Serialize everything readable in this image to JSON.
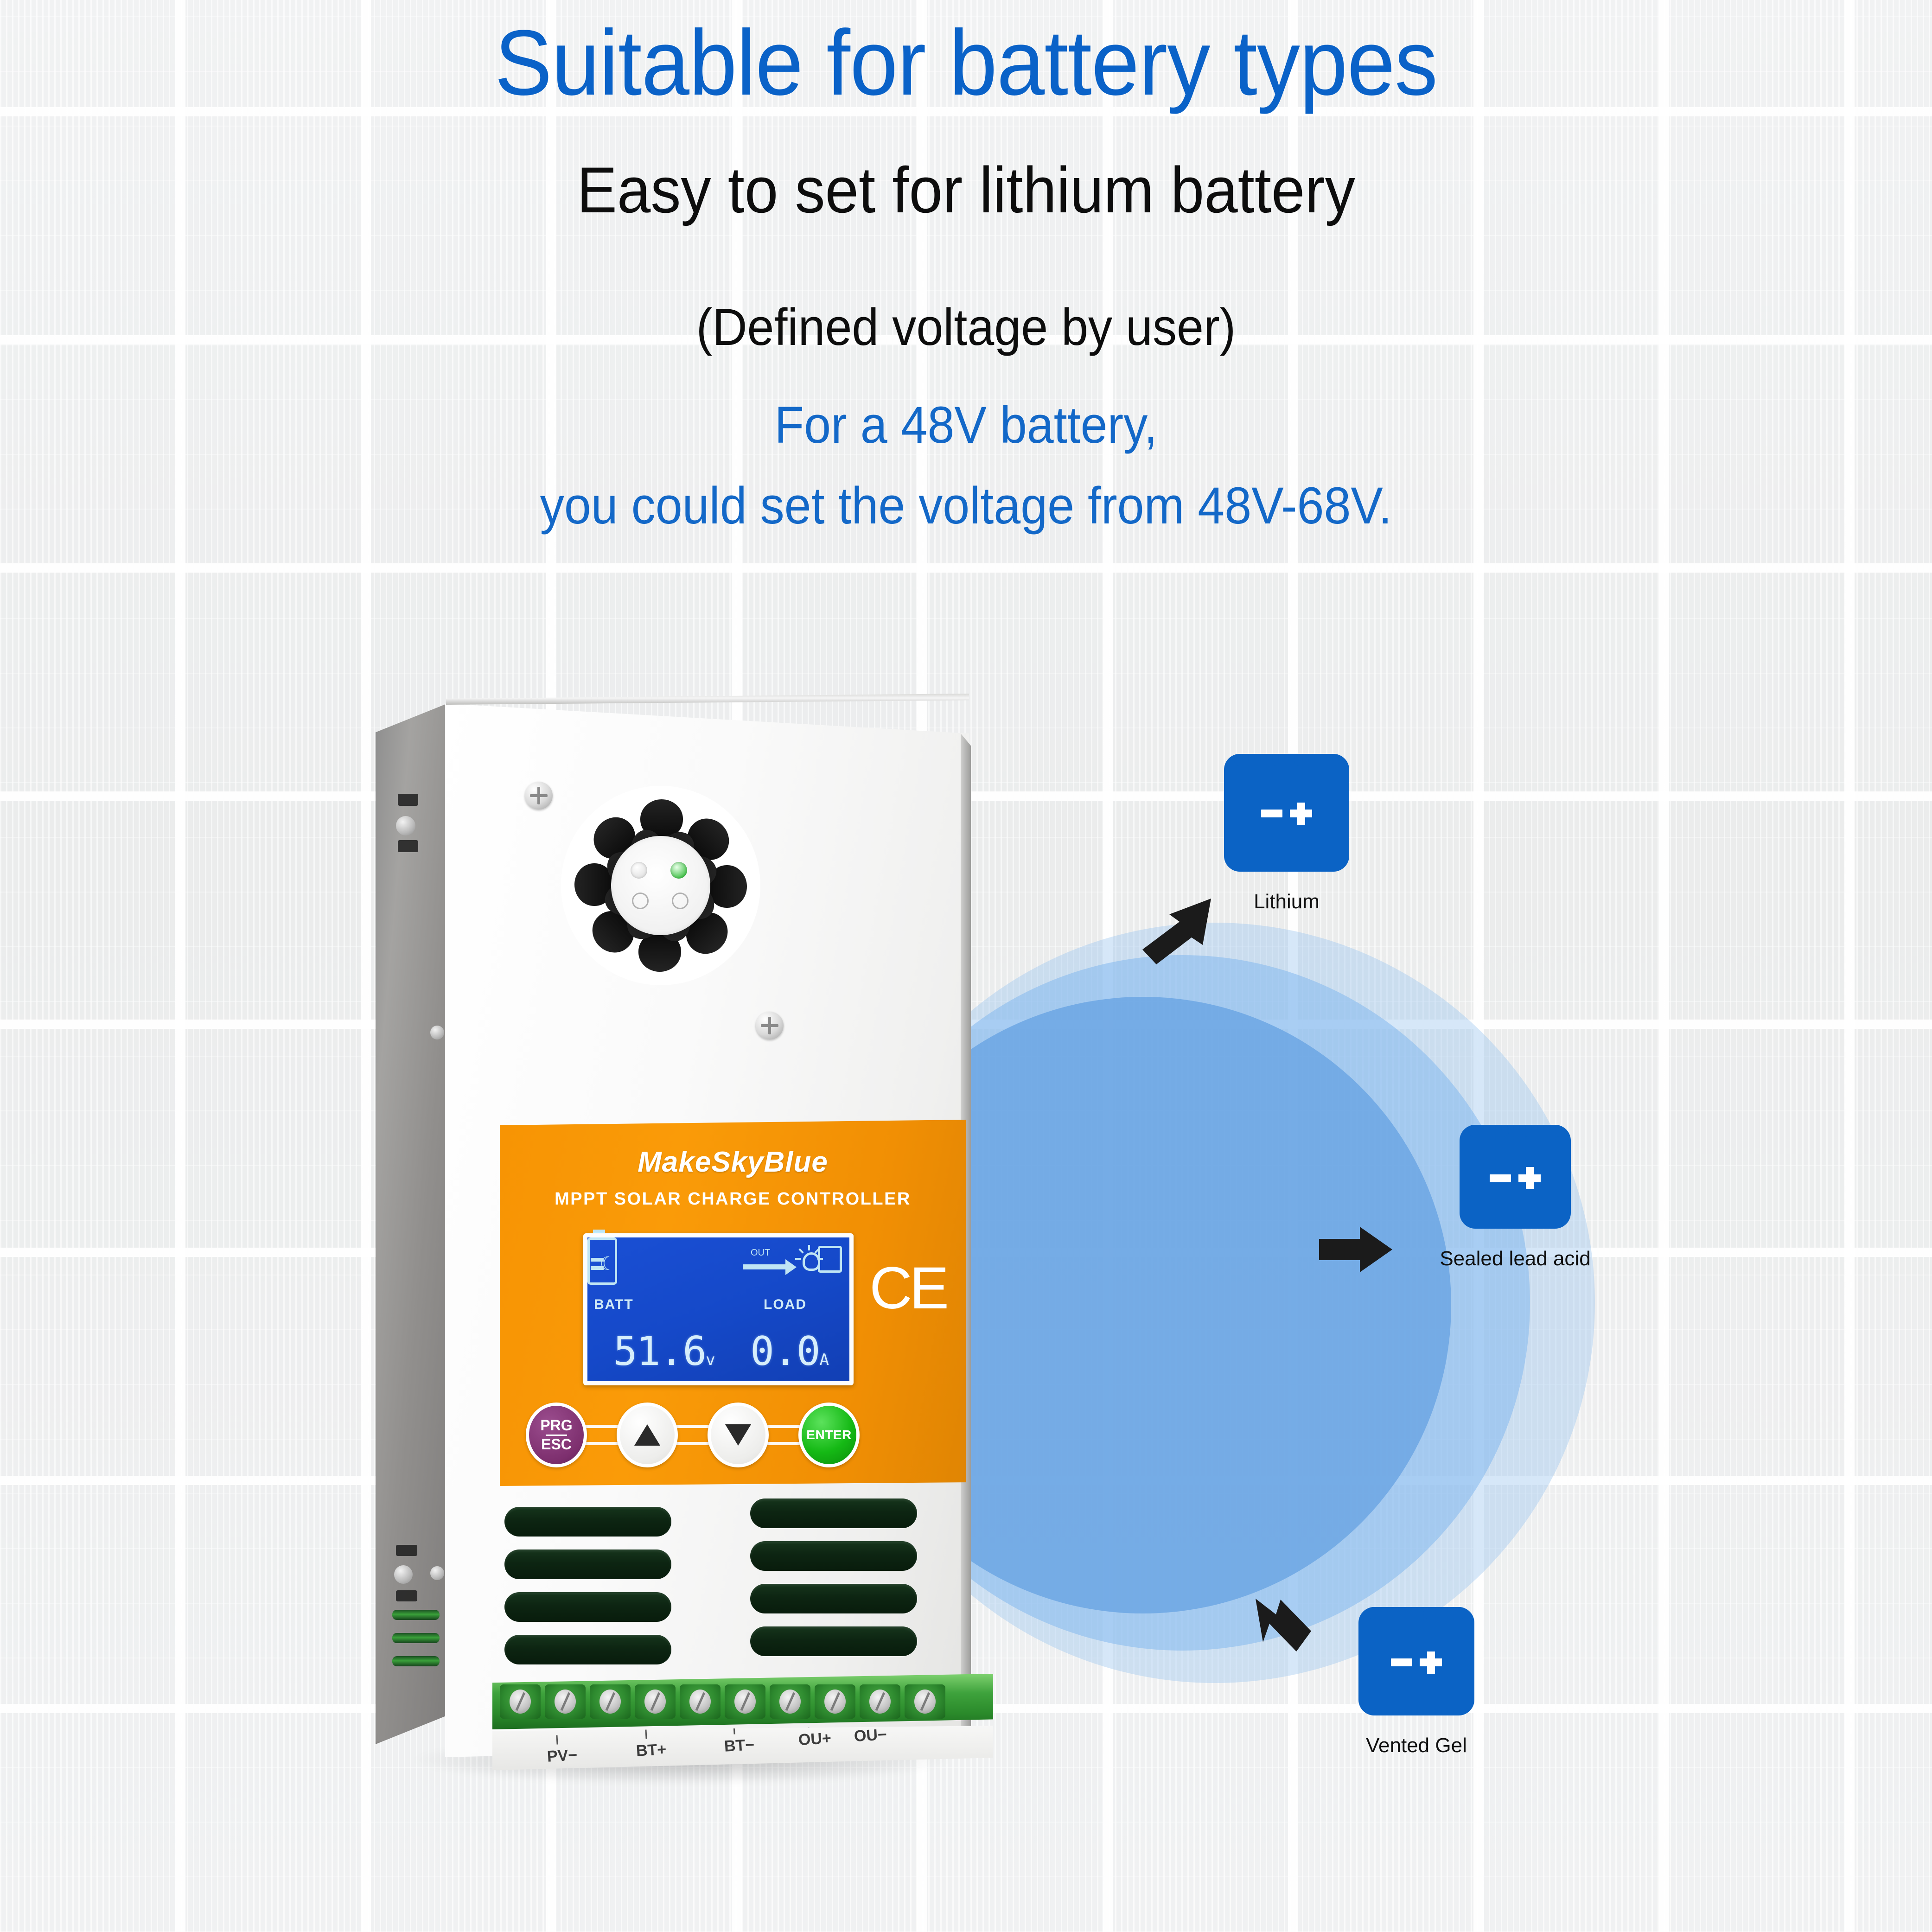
{
  "headings": {
    "title": "Suitable for battery types",
    "subtitle": "Easy to set for lithium battery",
    "note": "(Defined voltage by user)",
    "range_line1": "For a 48V battery,",
    "range_line2": "you could set the voltage from 48V-68V."
  },
  "colors": {
    "title_blue": "#0a62c8",
    "body_blue": "#1368c8",
    "battery_blue": "#0b63c5",
    "panel_orange": "#f79404",
    "lcd_blue": "#1549c9",
    "enter_green": "#15b915",
    "prg_purple": "#7d2f6e",
    "terminal_green": "#3ea23c",
    "text_black": "#0d0d0d"
  },
  "device": {
    "brand": "MakeSkyBlue",
    "product_line": "MPPT SOLAR CHARGE CONTROLLER",
    "certification_mark": "CE",
    "lcd": {
      "batt_label": "BATT",
      "batt_value": "51.6",
      "batt_unit": "v",
      "load_label": "LOAD",
      "load_value": "0.0",
      "load_unit": "A",
      "out_label": "OUT",
      "icons": [
        "moon-icon",
        "battery-level-icon",
        "out-arrow-icon",
        "lamp-icon",
        "clock-icon"
      ]
    },
    "buttons": [
      {
        "name": "prg-esc-button",
        "line1": "PRG",
        "line2": "ESC",
        "color": "#7d2f6e"
      },
      {
        "name": "up-button",
        "label": "▲",
        "color": "#ffffff"
      },
      {
        "name": "down-button",
        "label": "▼",
        "color": "#ffffff"
      },
      {
        "name": "enter-button",
        "label": "ENTER",
        "color": "#15b915"
      }
    ],
    "terminal_labels": [
      "PV−",
      "BT+",
      "BT−",
      "OU+",
      "OU−"
    ],
    "terminal_count": 10
  },
  "battery_types": [
    {
      "label": "Lithium",
      "icon": "battery-icon",
      "arrow": "arrow-up-right-icon"
    },
    {
      "label": "Sealed lead acid",
      "icon": "battery-icon",
      "arrow": "arrow-right-icon"
    },
    {
      "label": "Vented Gel",
      "icon": "battery-icon",
      "arrow": "arrow-down-right-icon"
    }
  ]
}
